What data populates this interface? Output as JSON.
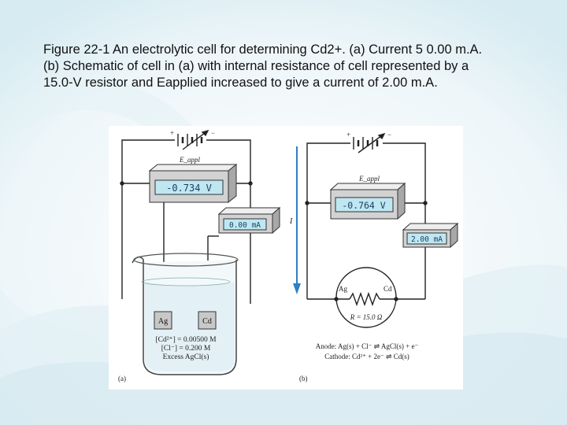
{
  "caption": {
    "line1": "Figure 22-1   An electrolytic cell for determining Cd2+. (a) Current 5 0.00 m.A.",
    "line2": "(b) Schematic of cell in (a)  with internal resistance of cell  represented by a",
    "line3": "15.0-V resistor and Eapplied increased to give a current of 2.00 m.A."
  },
  "panel_a": {
    "label": "(a)",
    "plus": "+",
    "minus": "−",
    "eappl": "E_appl",
    "voltmeter": "-0.734 V",
    "ammeter": "0.00 mA",
    "electrode_ag": "Ag",
    "electrode_cd": "Cd",
    "conc1": "[Cd²⁺] = 0.00500 M",
    "conc2": "[Cl⁻] = 0.200 M",
    "conc3": "Excess AgCl(s)"
  },
  "panel_b": {
    "label": "(b)",
    "plus": "+",
    "minus": "−",
    "eappl": "E_appl",
    "voltmeter": "-0.764 V",
    "ammeter": "2.00 mA",
    "current_label": "I",
    "node_ag": "Ag",
    "node_cd": "Cd",
    "resistance": "R = 15.0 Ω",
    "anode": "Anode: Ag(s) + Cl⁻ ⇌ AgCl(s) + e⁻",
    "cathode": "Cathode: Cd²⁺ + 2e⁻ ⇌ Cd(s)"
  },
  "colors": {
    "background_accent": "#cfe6ef",
    "arrow_blue": "#2f7fc4",
    "meter_lcd": "#bfe7f2",
    "meter_body": "#d9d9d9"
  }
}
